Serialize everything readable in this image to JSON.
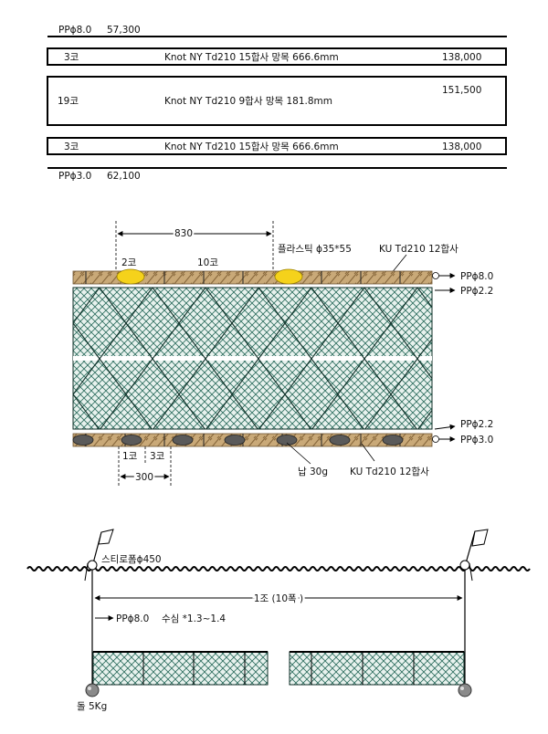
{
  "spec_table": {
    "top_rope": {
      "label": "PPϕ8.0",
      "value": "57,300"
    },
    "rows": [
      {
        "count": "3코",
        "spec": "Knot NY Td210 15합사 망목 666.6mm",
        "price": "138,000"
      },
      {
        "count": "19코",
        "spec": "Knot NY Td210  9합사 망목 181.8mm",
        "price": "151,500"
      },
      {
        "count": "3코",
        "spec": "Knot NY Td210 15합사 망목 666.6mm",
        "price": "138,000"
      }
    ],
    "bottom_rope": {
      "label": "PPϕ3.0",
      "value": "62,100"
    }
  },
  "net_diagram": {
    "float_spacing": "830",
    "float_units": "2코",
    "mesh_between_floats": "10코",
    "float_label": "플라스틱 ϕ35*55",
    "top_twine_label": "KU Td210 12합사",
    "right_labels": {
      "head_rope": "PPϕ8.0",
      "head_inner": "PPϕ2.2",
      "foot_inner": "PPϕ2.2",
      "foot_rope": "PPϕ3.0"
    },
    "sinker_units_a": "1코",
    "sinker_units_b": "3코",
    "sinker_spacing": "300",
    "sinker_label": "납 30g",
    "bottom_twine_label": "KU Td210 12합사"
  },
  "gear_diagram": {
    "buoy_label": "스티로폼ϕ450",
    "set_length": "1조 (10폭 )",
    "line_label": "PPϕ8.0",
    "depth_label": "수심 *1.3~1.4",
    "anchor_label": "돌 5Kg"
  },
  "colors": {
    "net_fill": "#e8f2ee",
    "net_mesh": "#2a6b5c",
    "net_diamond": "#0d2e26",
    "rope": "#c9a978",
    "float": "#f5d21b",
    "sinker": "#5a5a5a",
    "line": "#000000"
  }
}
